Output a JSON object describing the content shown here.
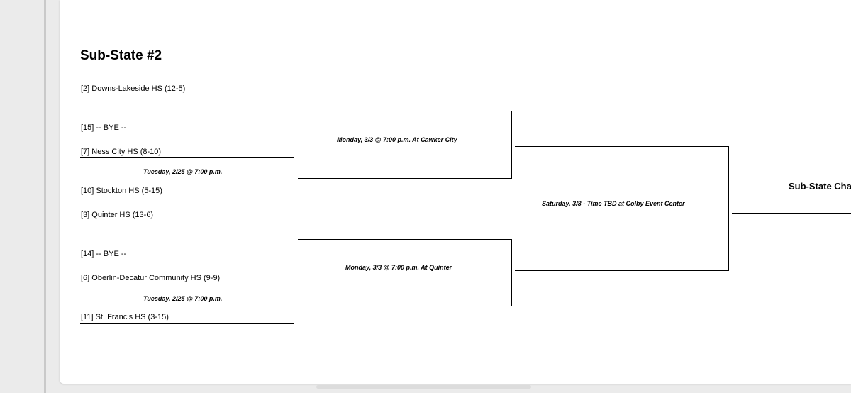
{
  "bracket": {
    "title": "Sub-State #2",
    "first_round": [
      {
        "top": "[2] Downs-Lakeside HS   (12-5)",
        "bottom": "[15] -- BYE --",
        "game": ""
      },
      {
        "top": "[7] Ness City HS   (8-10)",
        "bottom": "[10] Stockton HS  (5-15)",
        "game": "Tuesday, 2/25 @ 7:00 p.m."
      },
      {
        "top": "[3] Quinter HS   (13-6)",
        "bottom": "[14] -- BYE --",
        "game": ""
      },
      {
        "top": "[6] Oberlin-Decatur Community HS   (9-9)",
        "bottom": "[11] St. Francis HS  (3-15)",
        "game": "Tuesday, 2/25 @ 7:00 p.m."
      }
    ],
    "second_round": [
      {
        "game": "Monday, 3/3 @ 7:00 p.m. At Cawker City"
      },
      {
        "game": "Monday, 3/3 @ 7:00 p.m. At Quinter"
      }
    ],
    "final": {
      "game": "Saturday, 3/8 - Time TBD at Colby Event Center"
    },
    "champion_label": "Sub-State Champion"
  }
}
